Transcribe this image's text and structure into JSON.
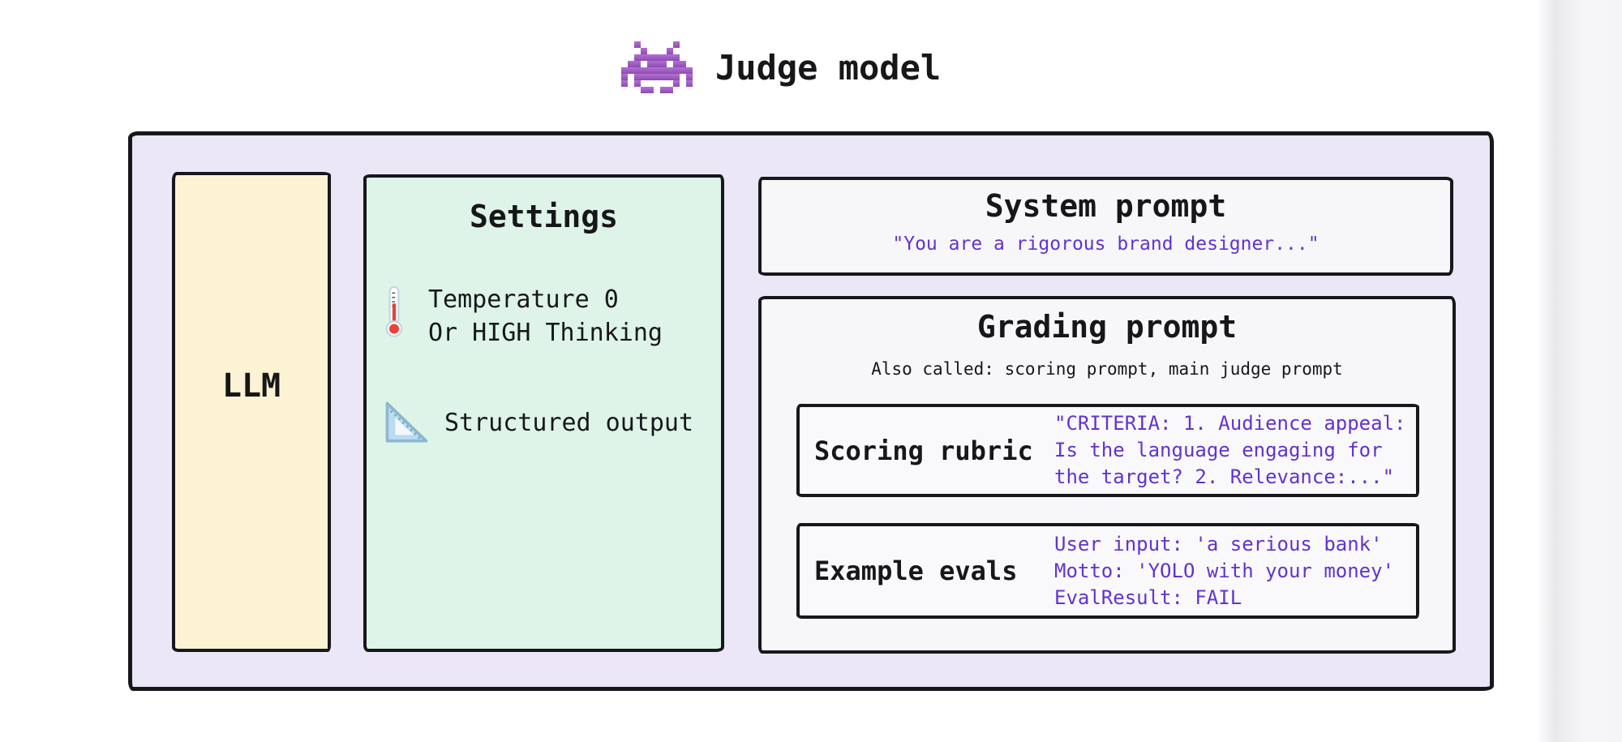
{
  "title": {
    "text": "Judge model",
    "icon": "space-invader"
  },
  "llm": {
    "label": "LLM"
  },
  "settings": {
    "title": "Settings",
    "items": [
      {
        "icon": "thermometer",
        "lines": [
          "Temperature 0",
          "Or HIGH Thinking"
        ]
      },
      {
        "icon": "triangle-ruler",
        "lines": [
          "Structured output"
        ]
      }
    ]
  },
  "system_prompt": {
    "title": "System prompt",
    "quote": "\"You are a rigorous brand designer...\""
  },
  "grading_prompt": {
    "title": "Grading prompt",
    "subtitle": "Also called: scoring prompt, main judge prompt",
    "sections": [
      {
        "label": "Scoring rubric",
        "lines": [
          "\"CRITERIA: 1. Audience appeal:",
          "Is the language engaging for",
          "the target? 2. Relevance:...\""
        ]
      },
      {
        "label": "Example evals",
        "lines": [
          "User input: 'a serious bank'",
          "Motto: 'YOLO with your money'",
          "EvalResult: FAIL"
        ]
      }
    ]
  },
  "colors": {
    "accent_purple_text": "#6333cf",
    "outer_box_fill": "#ebe7f7",
    "llm_box_fill": "#fbf3d3",
    "settings_box_fill": "#def4e9",
    "prompt_box_fill": "#f7f7f9",
    "border": "#17171c",
    "invader_purple": "#9d5bc0"
  }
}
